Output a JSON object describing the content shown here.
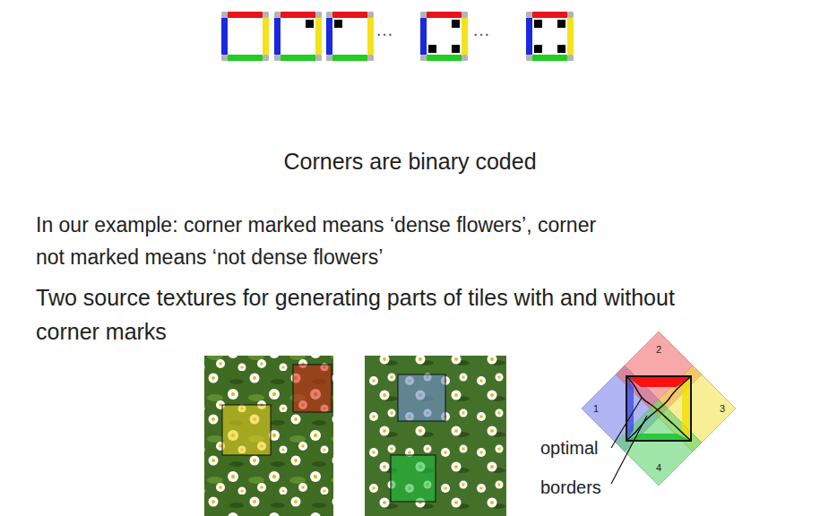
{
  "diagram": {
    "labels": [
      "…",
      "…",
      "Corners are binary coded",
      "In our example: corner marked means ‘dense flowers’, corner not marked means ‘not dense flowers’",
      "Two source textures for generating parts of tiles with and without corner marks",
      "1",
      "2",
      "3",
      "4",
      "optimal borders"
    ]
  }
}
